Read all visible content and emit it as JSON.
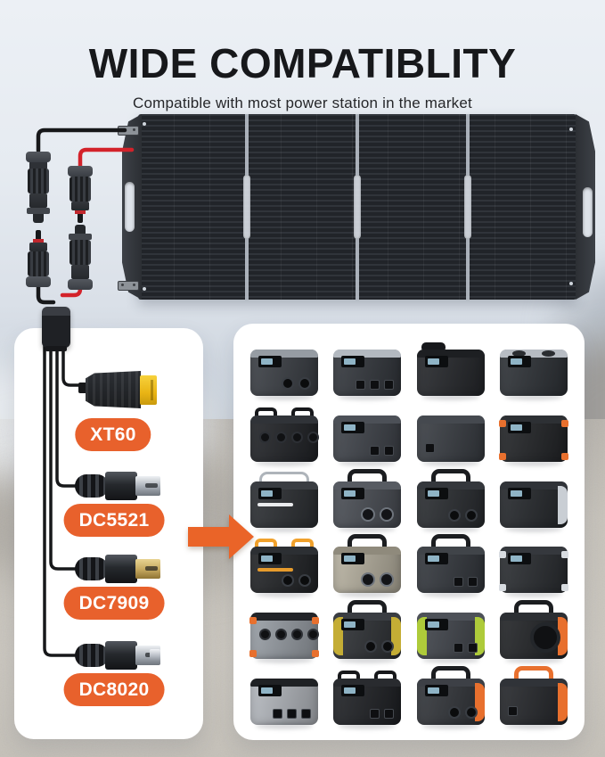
{
  "header": {
    "title": "WIDE COMPATIBLITY",
    "subtitle": "Compatible with most power station in the market"
  },
  "colors": {
    "accent_orange": "#e8612c",
    "arrow_orange": "#ea6428",
    "panel_body": "#24272b",
    "card_white": "#ffffff",
    "wire_black": "#17181a",
    "wire_red": "#d3222a"
  },
  "solar_panel": {
    "sections": 4,
    "type": "foldable-portable-panel",
    "cable_colors": [
      "black",
      "red"
    ]
  },
  "mc4": {
    "connector_count": 4,
    "name": "MC4 solar connectors"
  },
  "connectors": {
    "pill_color": "#e8612c",
    "items": [
      {
        "label": "XT60",
        "type": "xt60",
        "tip": "yellow"
      },
      {
        "label": "DC5521",
        "type": "barrel",
        "tip": "silver"
      },
      {
        "label": "DC7909",
        "type": "barrel",
        "tip": "brass"
      },
      {
        "label": "DC8020",
        "type": "barrel-step",
        "tip": "silver"
      }
    ]
  },
  "stations": {
    "rows": 6,
    "cols": 4,
    "items": [
      {
        "name": "compact-station-dual-round-outlets",
        "body": "#3c4046",
        "top": "#969ca3",
        "handle": "none",
        "screen": true,
        "outlets": "round2",
        "accent": "",
        "accentStyle": "none"
      },
      {
        "name": "station-silver-top-three-outlets",
        "body": "#34383e",
        "top": "#b3b9c0",
        "handle": "none",
        "screen": true,
        "outlets": "square3",
        "accent": "",
        "accentStyle": "none"
      },
      {
        "name": "rounded-station-corner-handle",
        "body": "#26282c",
        "top": "#1d1f22",
        "handle": "side",
        "screen": true,
        "outlets": "none",
        "accent": "",
        "accentStyle": "none"
      },
      {
        "name": "tower-station-silver-top-vents",
        "body": "#2f3338",
        "top": "#b7bcc3",
        "handle": "none",
        "screen": true,
        "outlets": "none",
        "accent": "#2a2d31",
        "accentStyle": "vents"
      },
      {
        "name": "rugged-station-four-sockets",
        "body": "#222428",
        "top": "#303338",
        "handle": "double",
        "screen": false,
        "outlets": "sockets4",
        "accent": "",
        "accentStyle": "none"
      },
      {
        "name": "wide-station-display-ports",
        "body": "#40444b",
        "top": "#4c5057",
        "handle": "none",
        "screen": true,
        "outlets": "square2",
        "accent": "",
        "accentStyle": "none"
      },
      {
        "name": "plain-station-side-port",
        "body": "#3a3e44",
        "top": "#45494f",
        "handle": "none",
        "screen": false,
        "outlets": "port1",
        "accent": "",
        "accentStyle": "none"
      },
      {
        "name": "station-orange-corner-trim",
        "body": "#232528",
        "top": "#2d3034",
        "handle": "none",
        "screen": true,
        "outlets": "none",
        "accent": "#e8702e",
        "accentStyle": "corners"
      },
      {
        "name": "station-roll-cage-light-bar",
        "body": "#2d3034",
        "top": "#3a3d42",
        "handle": "cage",
        "screen": true,
        "outlets": "none",
        "accent": "#f4f6f8",
        "accentStyle": "lightbar"
      },
      {
        "name": "station-twin-knobs-arch-handle",
        "body": "#4b4f56",
        "top": "#575b62",
        "handle": "arch",
        "screen": true,
        "outlets": "knobs2",
        "accent": "",
        "accentStyle": "none"
      },
      {
        "name": "cube-station-tall-handle",
        "body": "#2b2e32",
        "top": "#34373c",
        "handle": "arch",
        "screen": true,
        "outlets": "round2",
        "accent": "",
        "accentStyle": "none"
      },
      {
        "name": "station-side-flashlight",
        "body": "#26292d",
        "top": "#303338",
        "handle": "none",
        "screen": true,
        "outlets": "none",
        "accent": "#c9ced4",
        "accentStyle": "side-right"
      },
      {
        "name": "station-orange-lift-handles",
        "body": "#232528",
        "top": "#2c2f33",
        "handle": "lift",
        "screen": true,
        "outlets": "round2",
        "accent": "#f0a12c",
        "accentStyle": "lightbar"
      },
      {
        "name": "champagne-station-black-front",
        "body": "#b9b3a2",
        "top": "#8f8a7c",
        "handle": "arch",
        "screen": true,
        "outlets": "knobs2",
        "accent": "",
        "accentStyle": "none"
      },
      {
        "name": "station-large-display-arch-handle",
        "body": "#35393f",
        "top": "#404449",
        "handle": "arch",
        "screen": true,
        "outlets": "square2",
        "accent": "",
        "accentStyle": "none"
      },
      {
        "name": "armored-cube-station",
        "body": "#2b2e32",
        "top": "#35383d",
        "handle": "none",
        "screen": true,
        "outlets": "none",
        "accent": "#d8dce1",
        "accentStyle": "corners"
      },
      {
        "name": "silver-station-top-sockets",
        "body": "#9aa0a7",
        "top": "#222428",
        "handle": "none",
        "screen": false,
        "outlets": "sockets4",
        "accent": "#e8702e",
        "accentStyle": "corners"
      },
      {
        "name": "station-yellow-side-panels",
        "body": "#2f3236",
        "top": "#3a3d42",
        "handle": "arch",
        "screen": true,
        "outlets": "round2",
        "accent": "#c4ad35",
        "accentStyle": "sides"
      },
      {
        "name": "station-lime-trim-light",
        "body": "#42464d",
        "top": "#4d5158",
        "handle": "none",
        "screen": true,
        "outlets": "square2",
        "accent": "#aecb3a",
        "accentStyle": "sides"
      },
      {
        "name": "round-front-station-orange-side",
        "body": "#232528",
        "top": "#2c2f33",
        "handle": "arch",
        "screen": false,
        "outlets": "circle",
        "accent": "#e8702e",
        "accentStyle": "side-right"
      },
      {
        "name": "silver-station-flashlight-display",
        "body": "#b6bac0",
        "top": "#1f2124",
        "handle": "none",
        "screen": true,
        "outlets": "square3",
        "accent": "",
        "accentStyle": "none"
      },
      {
        "name": "black-station-twin-handles",
        "body": "#202226",
        "top": "#292b2f",
        "handle": "double",
        "screen": true,
        "outlets": "square2",
        "accent": "",
        "accentStyle": "none"
      },
      {
        "name": "station-arch-handle-orange-trim",
        "body": "#33363b",
        "top": "#3d4046",
        "handle": "arch",
        "screen": true,
        "outlets": "round2",
        "accent": "#e8702e",
        "accentStyle": "side-right"
      },
      {
        "name": "station-orange-vent-arch-handle",
        "body": "#26282c",
        "top": "#303338",
        "handle": "arch-accent",
        "screen": false,
        "outlets": "port1",
        "accent": "#e8702e",
        "accentStyle": "side-right"
      }
    ]
  }
}
